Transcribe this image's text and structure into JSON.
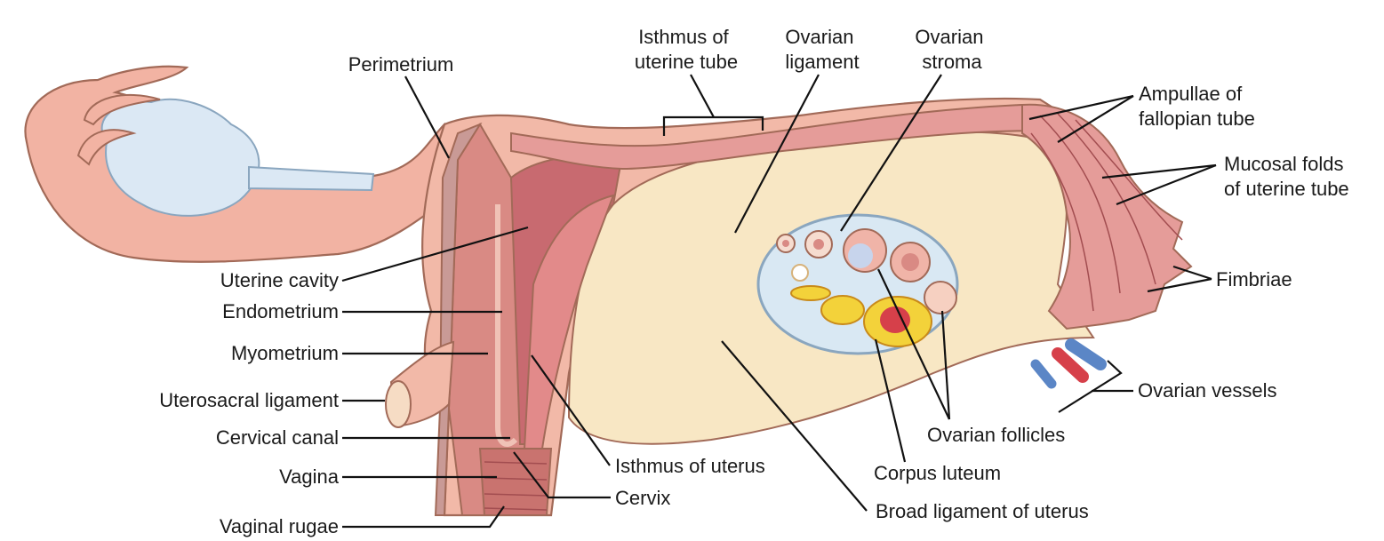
{
  "labels": {
    "perimetrium": "Perimetrium",
    "isthmus_tube": [
      "Isthmus of",
      "uterine tube"
    ],
    "ovarian_ligament": [
      "Ovarian",
      "ligament"
    ],
    "ovarian_stroma": [
      "Ovarian",
      "stroma"
    ],
    "ampullae": [
      "Ampullae of",
      "fallopian tube"
    ],
    "mucosal_folds": [
      "Mucosal folds",
      "of uterine tube"
    ],
    "fimbriae": "Fimbriae",
    "ovarian_vessels": "Ovarian vessels",
    "ovarian_follicles": "Ovarian follicles",
    "corpus_luteum": "Corpus luteum",
    "broad_ligament": "Broad ligament of uterus",
    "isthmus_uterus": "Isthmus of uterus",
    "cervix": "Cervix",
    "uterine_cavity": "Uterine cavity",
    "endometrium": "Endometrium",
    "myometrium": "Myometrium",
    "uterosacral": "Uterosacral ligament",
    "cervical_canal": "Cervical canal",
    "vagina": "Vagina",
    "vaginal_rugae": "Vaginal rugae"
  },
  "colors": {
    "uterus_outer": "#f2b9a8",
    "myometrium": "#d98a84",
    "endometrium": "#c86a70",
    "broad_ligament": "#f8e7c4",
    "ovary": "#d9e8f3",
    "tube": "#e59c99",
    "corpus_luteum": "#f3d23a",
    "artery": "#d6404a",
    "vein": "#5b86c6"
  }
}
